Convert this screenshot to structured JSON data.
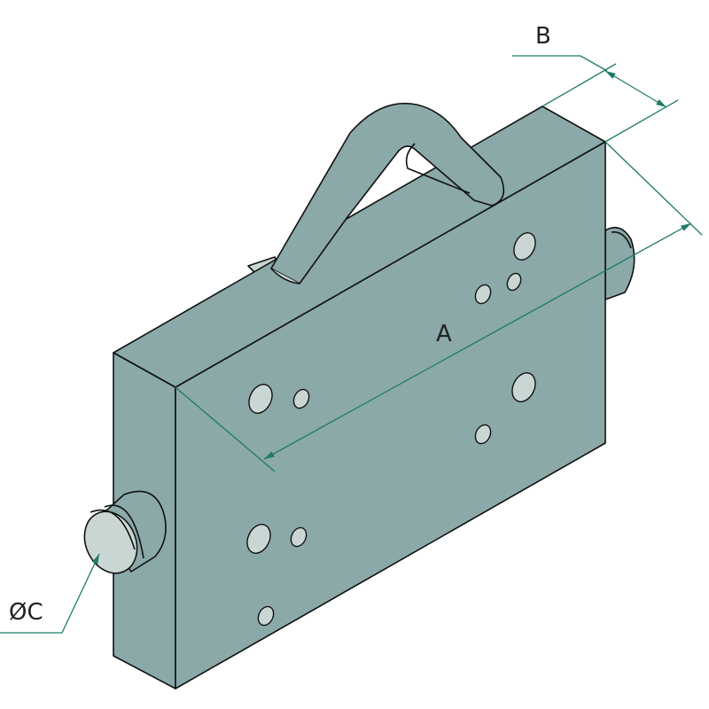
{
  "labels": {
    "a": "A",
    "b": "B",
    "c": "ØC"
  },
  "colors": {
    "body": "#8aa9a8",
    "hole": "#c9d6d4",
    "dimension": "#1f7a68",
    "outline": "#111111"
  }
}
